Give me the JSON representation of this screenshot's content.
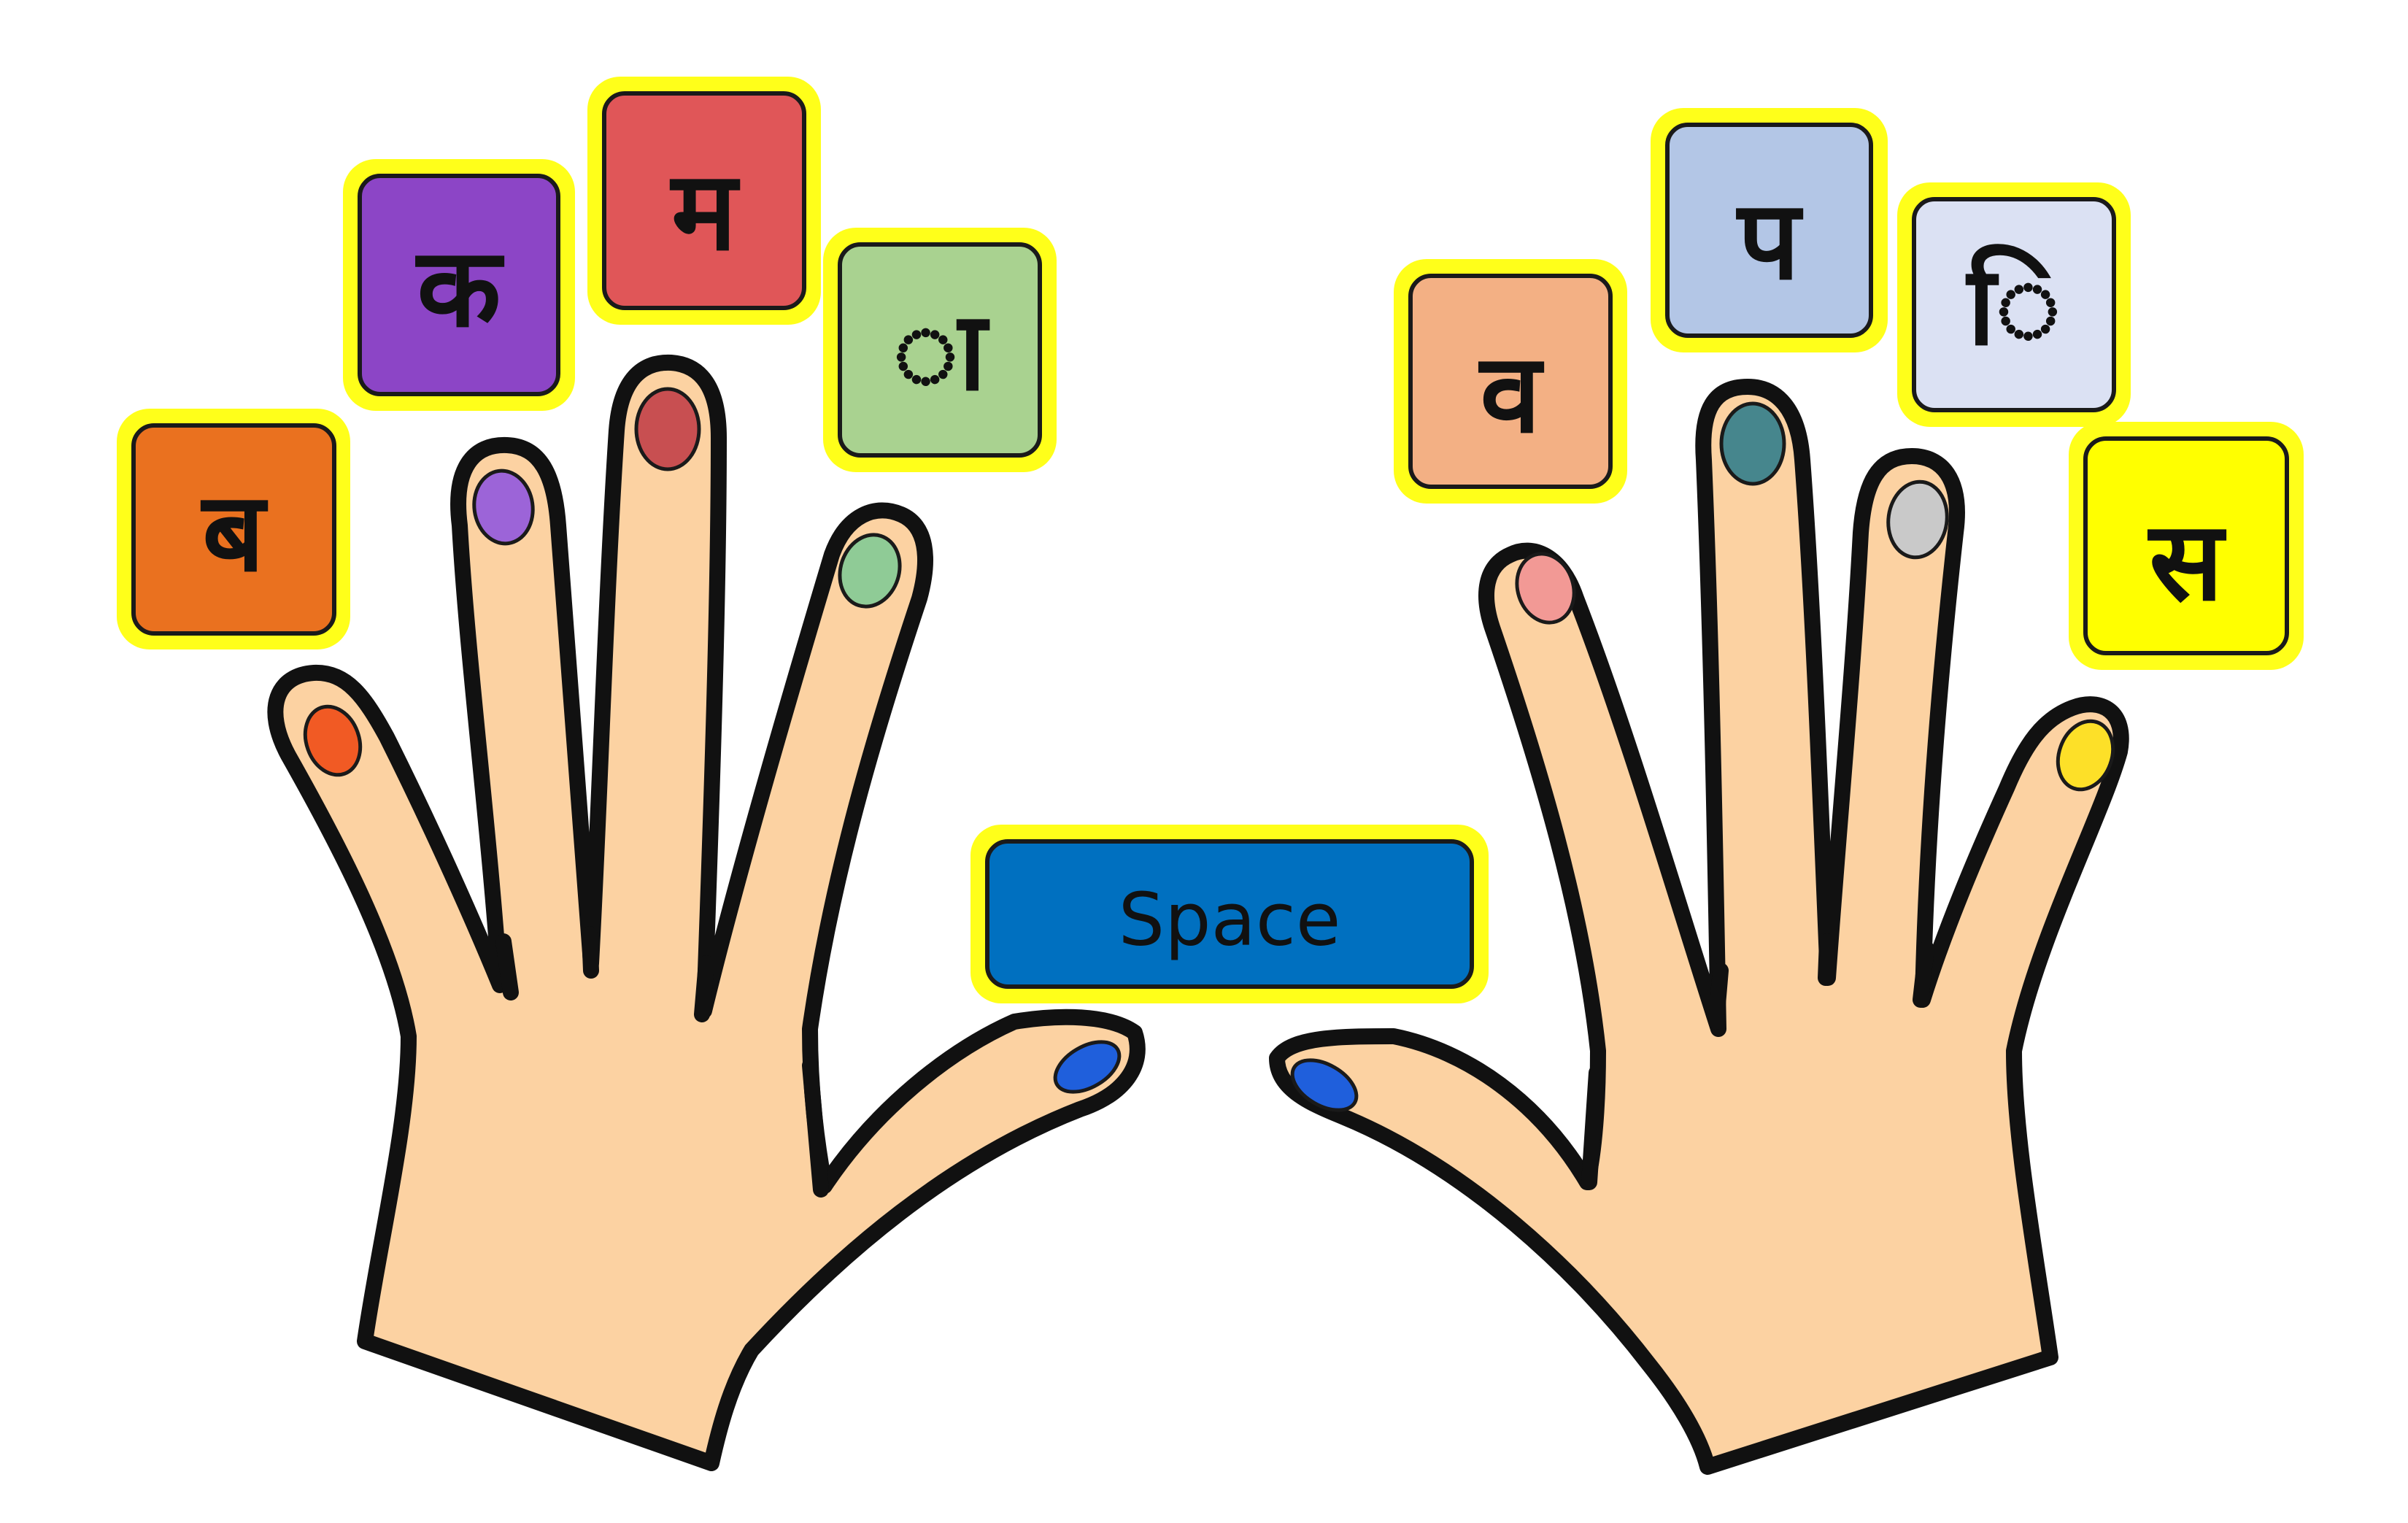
{
  "keys": {
    "left_pinky": {
      "char": "ब",
      "color": "#ea711f"
    },
    "left_ring": {
      "char": "क",
      "color": "#8c45c6"
    },
    "left_middle": {
      "char": "म",
      "color": "#e05658"
    },
    "left_index": {
      "char": "ा",
      "color": "#a9d290"
    },
    "right_index": {
      "char": "व",
      "color": "#f3b084"
    },
    "right_middle": {
      "char": "प",
      "color": "#b3c6e6"
    },
    "right_ring": {
      "char": "ि",
      "color": "#dbe1f3"
    },
    "right_pinky": {
      "char": "स",
      "color": "#ffff00"
    },
    "thumbs": {
      "label": "Space",
      "color": "#0070c0"
    }
  },
  "nail_colors": {
    "left_pinky": "#f15a24",
    "left_ring": "#9c64d8",
    "left_middle": "#c84f51",
    "left_index": "#8fcb96",
    "left_thumb": "#1f5fdc",
    "right_thumb": "#1f5fdc",
    "right_index": "#f29995",
    "right_middle": "#46868d",
    "right_ring": "#c9c9c9",
    "right_pinky": "#fde028"
  },
  "colors": {
    "skin": "#fcd2a2",
    "outline": "#111111",
    "key_glow": "#ffff1a"
  }
}
